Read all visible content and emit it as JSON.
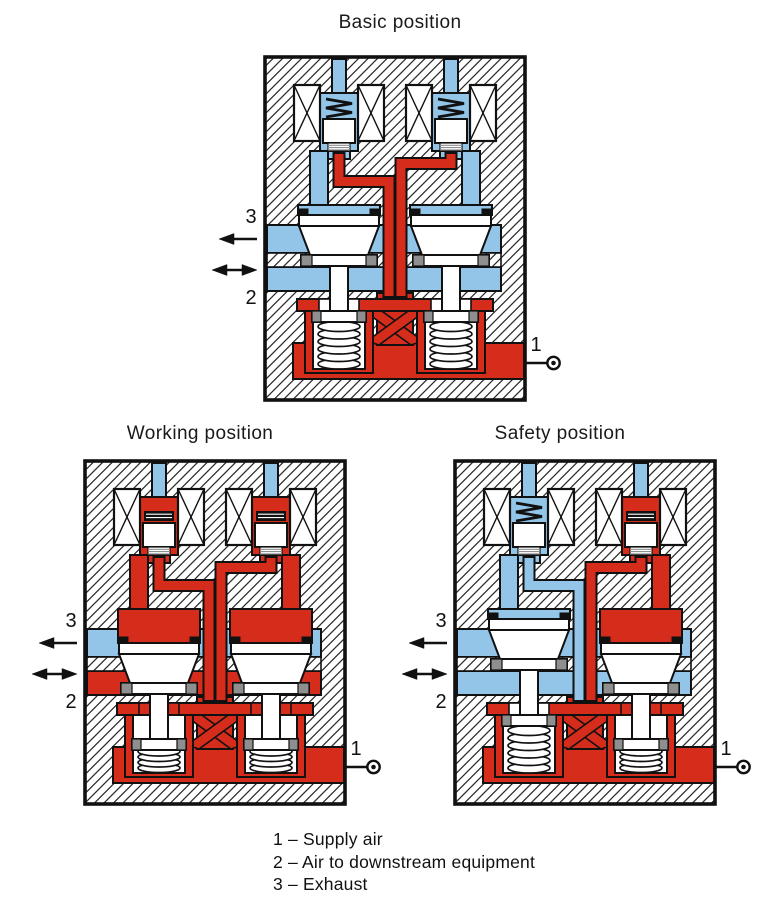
{
  "colors": {
    "pressure_red": "#d62c1c",
    "exhaust_blue": "#92c5e8",
    "seal_gray": "#8f8f8f",
    "outline": "#111111"
  },
  "ports": {
    "supply": "1",
    "downstream": "2",
    "exhaust": "3"
  },
  "panels": [
    {
      "key": "basic",
      "title": "Basic position",
      "state": {
        "pilot_left": {
          "spring": "extended",
          "pressure": "blue"
        },
        "pilot_right": {
          "spring": "extended",
          "pressure": "blue"
        },
        "pilot_channel_left": "red",
        "pilot_channel_right": "red",
        "duct_left": "blue",
        "duct_right": "blue",
        "poppet_left": "up",
        "poppet_right": "up",
        "main_spring_left": "extended",
        "main_spring_right": "extended",
        "port2_band": "blue",
        "port3_band": "blue",
        "supply": "red"
      }
    },
    {
      "key": "working",
      "title": "Working position",
      "state": {
        "pilot_left": {
          "spring": "compressed",
          "pressure": "red"
        },
        "pilot_right": {
          "spring": "compressed",
          "pressure": "red"
        },
        "pilot_channel_left": "red",
        "pilot_channel_right": "red",
        "duct_left": "red",
        "duct_right": "red",
        "poppet_left": "down",
        "poppet_right": "down",
        "main_spring_left": "compressed",
        "main_spring_right": "compressed",
        "port2_band": "red",
        "port3_band": "blue",
        "supply": "red"
      }
    },
    {
      "key": "safety",
      "title": "Safety position",
      "state": {
        "pilot_left": {
          "spring": "extended",
          "pressure": "blue"
        },
        "pilot_right": {
          "spring": "compressed",
          "pressure": "red"
        },
        "pilot_channel_left": "blue",
        "pilot_channel_right": "red",
        "duct_left": "blue",
        "duct_right": "red",
        "poppet_left": "up",
        "poppet_right": "down",
        "main_spring_left": "extended",
        "main_spring_right": "compressed",
        "port2_band": "blue",
        "port3_band": "blue",
        "supply": "red"
      }
    }
  ],
  "legend": {
    "items": [
      "1 – Supply air",
      "2 – Air to downstream equipment",
      "3 – Exhaust"
    ]
  }
}
